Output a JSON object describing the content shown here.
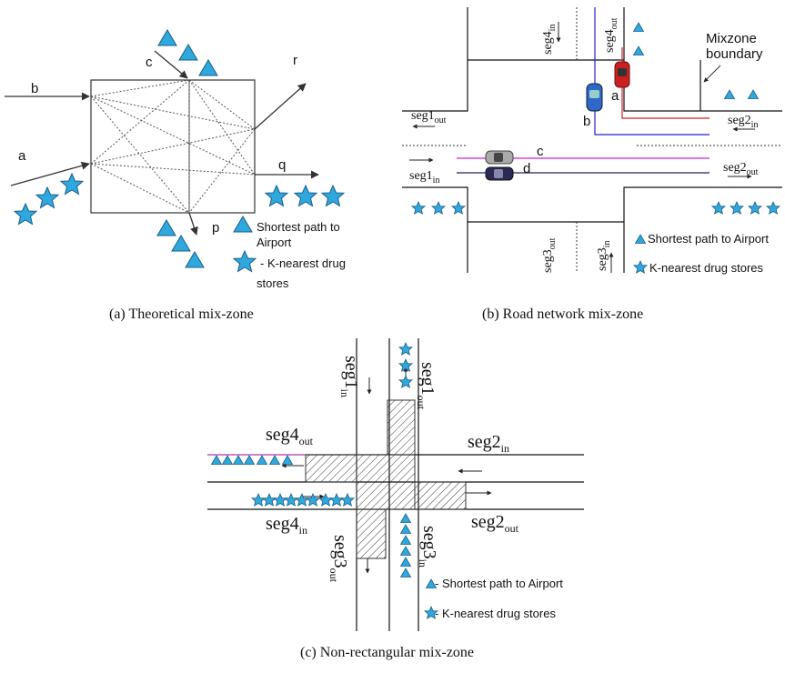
{
  "panel_a": {
    "caption": "(a)  Theoretical mix-zone",
    "labels": {
      "a": "a",
      "b": "b",
      "c": "c",
      "p": "p",
      "q": "q",
      "r": "r"
    },
    "legend": {
      "triangle": "Shortest path to\nAirport",
      "triangle_line1": "Shortest path to",
      "triangle_line2": "Airport",
      "star_line1": "- K-nearest drug",
      "star_line2": "stores"
    }
  },
  "panel_b": {
    "caption": "(b)  Road network mix-zone",
    "mixzone_label_line1": "Mixzone",
    "mixzone_label_line2": "boundary",
    "cars": {
      "a": "a",
      "b": "b",
      "c": "c",
      "d": "d"
    },
    "segments": {
      "seg1_out": {
        "base": "seg1",
        "sub": "out"
      },
      "seg1_in": {
        "base": "seg1",
        "sub": "in"
      },
      "seg2_in": {
        "base": "seg2",
        "sub": "in"
      },
      "seg2_out": {
        "base": "seg2",
        "sub": "out"
      },
      "seg3_out": {
        "base": "seg3",
        "sub": "out"
      },
      "seg3_in": {
        "base": "seg3",
        "sub": "in"
      },
      "seg4_in": {
        "base": "seg4",
        "sub": "in"
      },
      "seg4_out": {
        "base": "seg4",
        "sub": "out"
      }
    },
    "legend": {
      "triangle": "Shortest path to Airport",
      "star": "K-nearest drug stores"
    }
  },
  "panel_c": {
    "caption": "(c)  Non-rectangular mix-zone",
    "segments": {
      "seg1_in": {
        "base": "seg1",
        "sub": "in"
      },
      "seg1_out": {
        "base": "seg1",
        "sub": "out"
      },
      "seg2_in": {
        "base": "seg2",
        "sub": "in"
      },
      "seg2_out": {
        "base": "seg2",
        "sub": "out"
      },
      "seg3_out": {
        "base": "seg3",
        "sub": "out"
      },
      "seg3_in": {
        "base": "seg3",
        "sub": "in"
      },
      "seg4_out": {
        "base": "seg4",
        "sub": "out"
      },
      "seg4_in": {
        "base": "seg4",
        "sub": "in"
      }
    },
    "legend": {
      "triangle": "- Shortest path to Airport",
      "star": "- K-nearest drug stores"
    }
  },
  "colors": {
    "marker_fill": "#2fa8dd",
    "marker_stroke": "#1b5d8a",
    "red_path": "#d42020",
    "blue_path": "#2020c8",
    "magenta_path": "#d020d0",
    "dark_path": "#202060"
  }
}
